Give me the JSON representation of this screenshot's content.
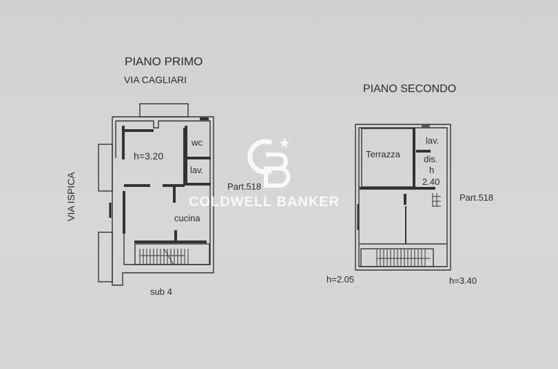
{
  "plan_first": {
    "title": "PIANO PRIMO",
    "street_top": "VIA CAGLIARI",
    "street_left": "VIA ISPICA",
    "room_height": "h=3.20",
    "wc": "wc",
    "lav": "lav.",
    "cucina": "cucina",
    "parcel": "Part.518",
    "sub": "sub 4"
  },
  "plan_second": {
    "title": "PIANO SECONDO",
    "terrazza": "Terrazza",
    "lav": "lav.",
    "dis": "dis.",
    "h_label": "h",
    "dis_height": "2.40",
    "parcel": "Part.518",
    "height_left": "h=2.05",
    "height_right": "h=3.40"
  },
  "watermark": {
    "brand": "COLDWELL BANKER",
    "monogram": "CB"
  }
}
